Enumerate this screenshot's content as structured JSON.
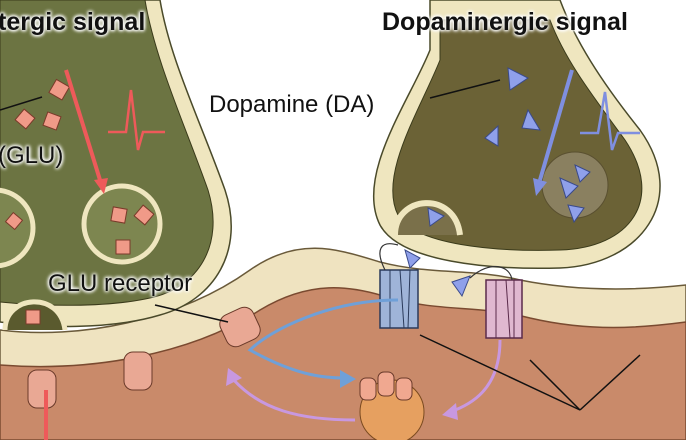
{
  "labels": {
    "left_title": "tergic signal",
    "right_title": "Dopaminergic signal",
    "dopamine": "Dopamine (DA)",
    "glu": "(GLU)",
    "glu_receptor": "GLU receptor"
  },
  "colors": {
    "glutamate_signal": "#ee5a5a",
    "dopamine_signal": "#7f8fe0",
    "glu_terminal": "#6c7442",
    "da_terminal": "#6b6236",
    "membrane": "#efe6bf",
    "postsynaptic_cell": "#c98a6a"
  }
}
